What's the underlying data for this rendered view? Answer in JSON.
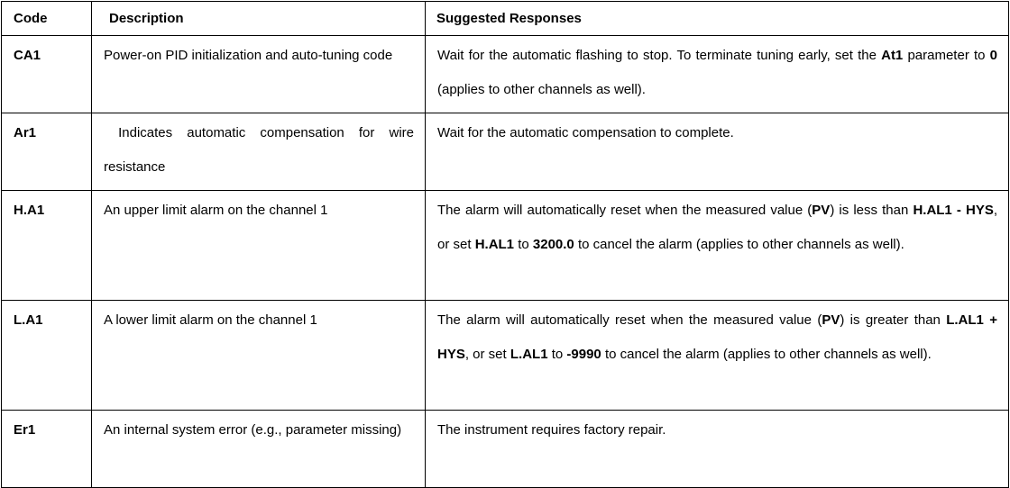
{
  "table": {
    "headers": [
      {
        "label": "Code"
      },
      {
        "label": "Description"
      },
      {
        "label": "Suggested Responses"
      }
    ],
    "rows": [
      {
        "code": "CA1",
        "description": [
          {
            "t": "Power-on PID initialization and auto-tuning code",
            "b": false
          }
        ],
        "response": [
          {
            "t": "Wait for the automatic flashing to stop. To terminate tuning early, set the ",
            "b": false
          },
          {
            "t": "At1",
            "b": true
          },
          {
            "t": " parameter to ",
            "b": false
          },
          {
            "t": "0",
            "b": true
          },
          {
            "t": " (applies to other channels as well).",
            "b": false
          }
        ]
      },
      {
        "code": "Ar1",
        "description": [
          {
            "t": " Indicates automatic compensation for wire resistance",
            "b": false
          }
        ],
        "response": [
          {
            "t": "Wait for the automatic compensation to complete.",
            "b": false
          }
        ]
      },
      {
        "code": "H.A1",
        "description": [
          {
            "t": "An upper limit alarm on the channel 1",
            "b": false
          }
        ],
        "response": [
          {
            "t": "The alarm will automatically reset when the measured value (",
            "b": false
          },
          {
            "t": "PV",
            "b": true
          },
          {
            "t": ") is less than ",
            "b": false
          },
          {
            "t": "H.AL1 - HYS",
            "b": true
          },
          {
            "t": ", or set ",
            "b": false
          },
          {
            "t": "H.AL1",
            "b": true
          },
          {
            "t": " to ",
            "b": false
          },
          {
            "t": "3200.0",
            "b": true
          },
          {
            "t": " to cancel the alarm (applies to other channels as well).",
            "b": false
          }
        ]
      },
      {
        "code": "L.A1",
        "description": [
          {
            "t": "A lower limit alarm on the channel 1",
            "b": false
          }
        ],
        "response": [
          {
            "t": "The alarm will automatically reset when the measured value (",
            "b": false
          },
          {
            "t": "PV",
            "b": true
          },
          {
            "t": ") is greater than ",
            "b": false
          },
          {
            "t": "L.AL1 + HYS",
            "b": true
          },
          {
            "t": ", or set ",
            "b": false
          },
          {
            "t": "L.AL1",
            "b": true
          },
          {
            "t": " to ",
            "b": false
          },
          {
            "t": "-9990",
            "b": true
          },
          {
            "t": " to cancel the alarm (applies to other channels as well).",
            "b": false
          }
        ]
      },
      {
        "code": "Er1",
        "description": [
          {
            "t": "An internal system error (e.g., parameter missing)",
            "b": false
          }
        ],
        "response": [
          {
            "t": "The instrument requires factory repair.",
            "b": false
          }
        ]
      }
    ]
  }
}
